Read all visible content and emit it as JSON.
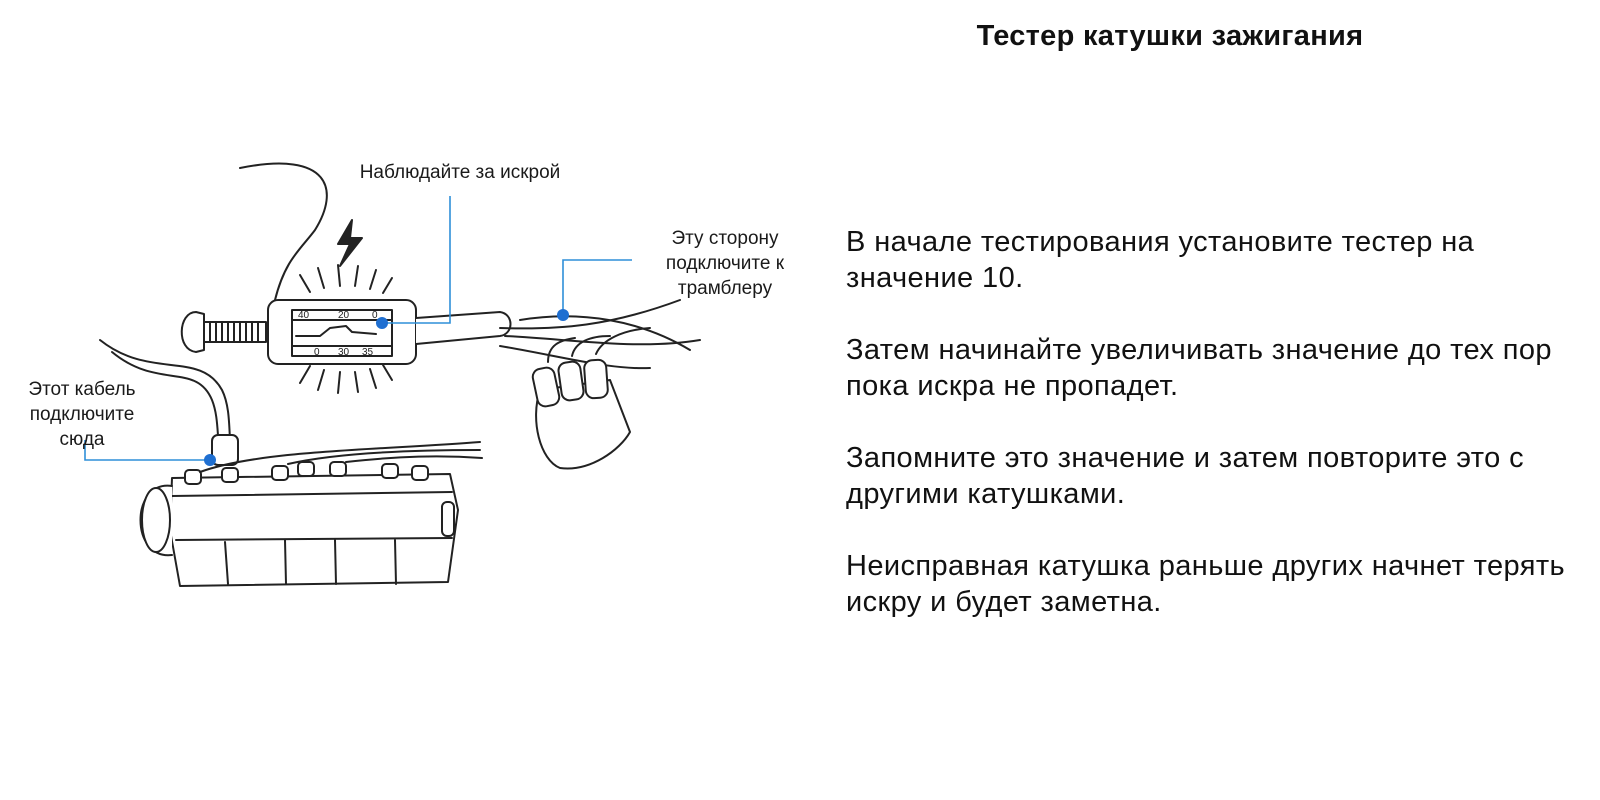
{
  "title": "Тестер катушки зажигания",
  "paragraphs": [
    "В начале тестирования установите тестер на значение 10.",
    "Затем начинайте увеличивать значение до тех пор пока искра не пропадет.",
    "Запомните это значение и затем повторите это с другими катушками.",
    "Неисправная катушка раньше других начнет терять искру и будет заметна."
  ],
  "diagram": {
    "callouts": {
      "spark": "Наблюдайте за искрой",
      "distributor": "Эту сторону подключите к трамблеру",
      "cable": "Этот кабель подключите сюда"
    },
    "scale_top": [
      "40",
      "20",
      "0"
    ],
    "scale_bottom": [
      "0",
      "30",
      "35"
    ]
  },
  "colors": {
    "accent": "#1f6fd1",
    "leader": "#2f8fd8",
    "line": "#222222"
  }
}
